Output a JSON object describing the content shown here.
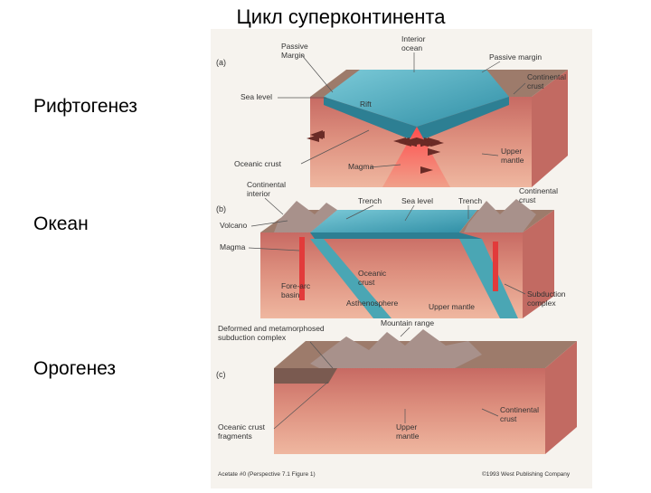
{
  "slide": {
    "title": "Цикл суперконтинента",
    "stages": [
      "Рифтогенез",
      "Океан",
      "Орогенез"
    ]
  },
  "figure": {
    "panel_a": {
      "tag": "(a)",
      "labels": {
        "passive_margin_left": [
          "Passive",
          "Margin"
        ],
        "interior_ocean": [
          "Interior",
          "ocean"
        ],
        "passive_margin_right": "Passive margin",
        "continental_crust": [
          "Continental",
          "crust"
        ],
        "sea_level": "Sea level",
        "rift": "Rift",
        "oceanic_crust": "Oceanic crust",
        "magma": "Magma",
        "upper_mantle": [
          "Upper",
          "mantle"
        ]
      }
    },
    "panel_b": {
      "tag": "(b)",
      "labels": {
        "continental_interior": [
          "Continental",
          "interior"
        ],
        "trench_left": "Trench",
        "sea_level": "Sea level",
        "trench_right": "Trench",
        "continental_crust": [
          "Continental",
          "crust"
        ],
        "volcano": "Volcano",
        "magma": "Magma",
        "oceanic_crust": [
          "Oceanic",
          "crust"
        ],
        "fore_arc_basin": [
          "Fore-arc",
          "basin"
        ],
        "asthenosphere": "Asthenosphere",
        "upper_mantle": "Upper mantle",
        "subduction_complex": [
          "Subduction",
          "complex"
        ]
      }
    },
    "panel_c": {
      "tag": "(c)",
      "labels": {
        "deformed": [
          "Deformed and metamorphosed",
          "subduction complex"
        ],
        "mountain_range": "Mountain range",
        "continental_crust": [
          "Continental",
          "crust"
        ],
        "oceanic_fragments": [
          "Oceanic crust",
          "fragments"
        ],
        "upper_mantle": [
          "Upper",
          "mantle"
        ]
      }
    },
    "footer": {
      "left": "Acetate #0 (Perspective 7.1 Figure 1)",
      "right": "©1993 West Publishing Company"
    },
    "colors": {
      "ocean": "#3fa3b8",
      "crust_top": "#c9706a",
      "mantle": "#e9a48f",
      "rock": "#9b7e6e",
      "magma": "#e23b3b"
    }
  }
}
